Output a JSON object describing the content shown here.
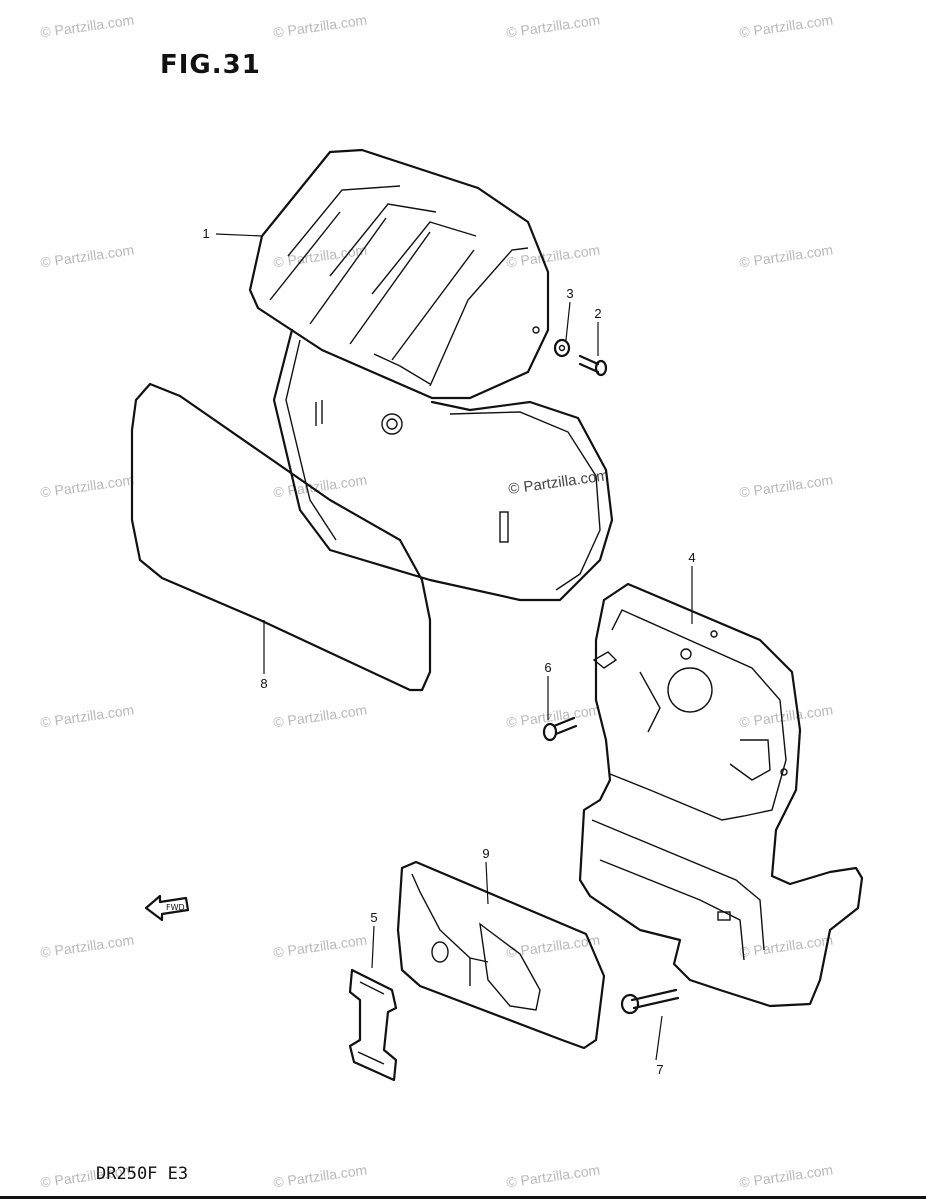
{
  "figure": {
    "title": "FIG.31",
    "model_code": "DR250F E3"
  },
  "watermark": {
    "text": "© Partzilla.com",
    "featured": "© Partzilla.com"
  },
  "callouts": [
    "1",
    "2",
    "3",
    "4",
    "5",
    "6",
    "7",
    "8",
    "9"
  ],
  "icons": {
    "forward_arrow": "forward-arrow-icon",
    "forward_arrow_text": "FWD"
  }
}
